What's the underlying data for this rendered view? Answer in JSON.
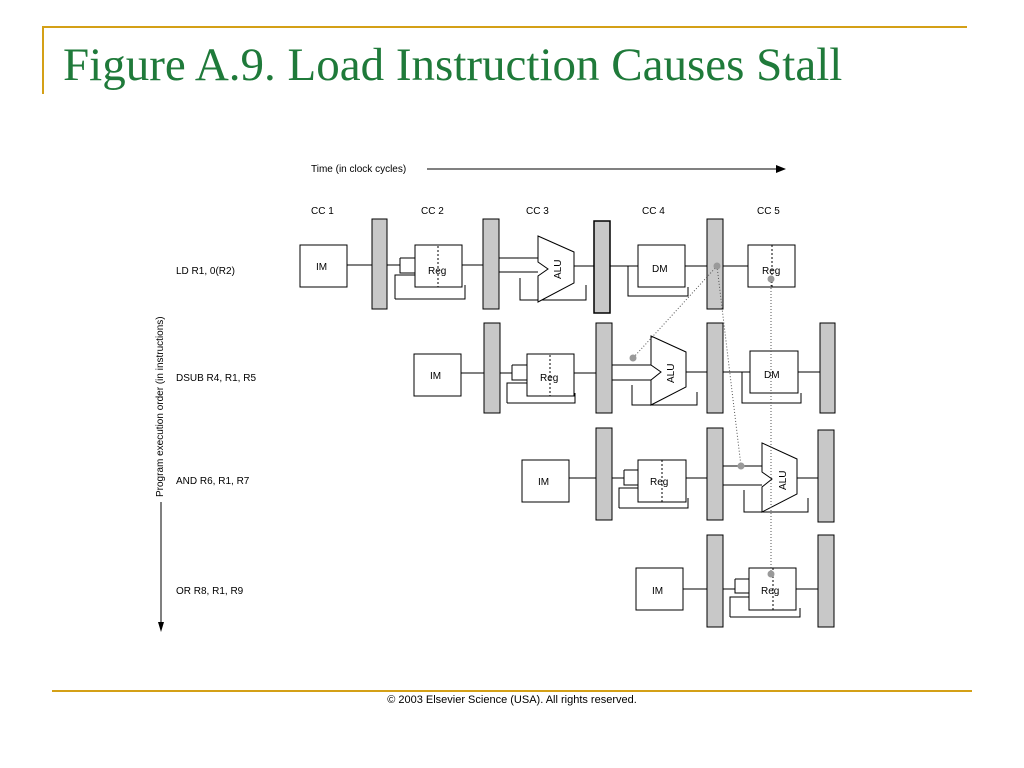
{
  "slide": {
    "title": "Figure A.9. Load Instruction Causes Stall",
    "footer": "© 2003 Elsevier Science (USA). All rights reserved."
  },
  "diagram": {
    "time_label": "Time (in clock cycles)",
    "order_label": "Program execution order (in instructions)",
    "cycles": [
      "CC 1",
      "CC 2",
      "CC 3",
      "CC 4",
      "CC 5"
    ],
    "instructions": [
      "LD  R1, 0(R2)",
      "DSUB R4, R1, R5",
      "AND R6, R1, R7",
      "OR R8, R1, R9"
    ],
    "stages": {
      "im": "IM",
      "reg": "Reg",
      "alu": "ALU",
      "dm": "DM"
    }
  },
  "colors": {
    "title": "#1f7a3a",
    "rule": "#d4a017",
    "pipeline_register": "#c8c8c8",
    "forward_dot": "#9a9a9a"
  }
}
